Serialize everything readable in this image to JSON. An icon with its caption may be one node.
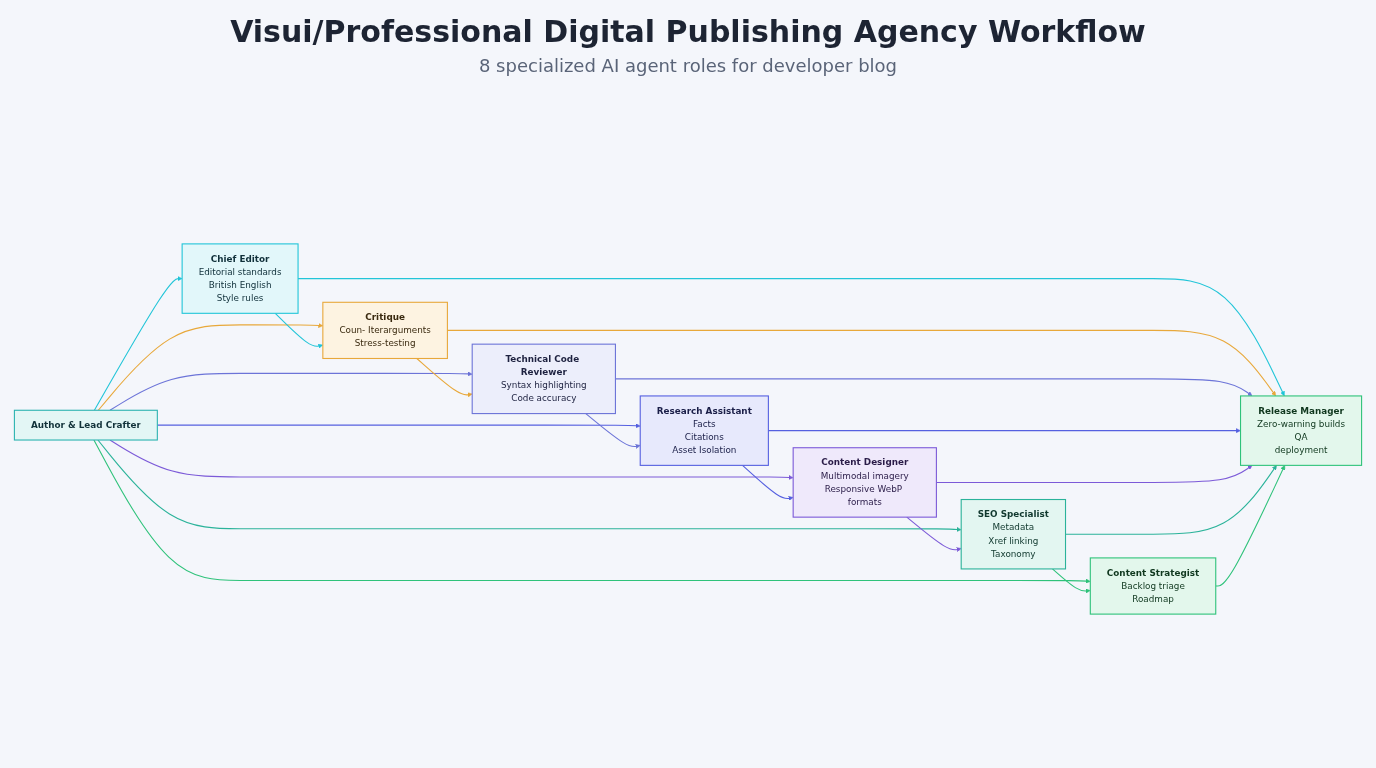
{
  "diagram": {
    "title": "Visui/Professional Digital Publishing Agency Workflow",
    "caption": "8 specialized AI agent roles for developer blog",
    "nodes": [
      {
        "text": [
          "Author & Lead Crafter"
        ]
      },
      {
        "text": [
          "Chief Editor",
          "Editorial standards",
          "British English",
          "Style rules"
        ]
      },
      {
        "text": [
          "Critique",
          "Coun- Iterarguments",
          "Stress-testing"
        ]
      },
      {
        "text": [
          "Technical Code Reviewer",
          "Syntax highlighting",
          "Code accuracy"
        ]
      },
      {
        "text": [
          "Research Assistant",
          "Facts",
          "Citations",
          "Asset Isolation"
        ]
      },
      {
        "text": [
          "Content Designer",
          "Multimodal imagery",
          "Responsive WebP formats"
        ]
      },
      {
        "text": [
          "SEO Specialist",
          "Metadata",
          "Xref linking",
          "Taxonomy"
        ]
      },
      {
        "text": [
          "Content Strategist",
          "Backlog triage",
          "Roadmap"
        ]
      },
      {
        "text": [
          "Release Manager",
          "Zero-warning builds",
          "QA",
          "deployment"
        ]
      }
    ],
    "edges": [
      {
        "from": 0,
        "to": 1,
        "arrow": "to",
        "color": "#22c5d8"
      },
      {
        "from": 0,
        "to": 2,
        "arrow": "to",
        "color": "#e8a83a"
      },
      {
        "from": 0,
        "to": 3,
        "arrow": "to",
        "color": "#6c74d8"
      },
      {
        "from": 0,
        "to": 4,
        "arrow": "to",
        "color": "#5560e0"
      },
      {
        "from": 0,
        "to": 5,
        "arrow": "to",
        "color": "#7c5ad8"
      },
      {
        "from": 0,
        "to": 6,
        "arrow": "to",
        "color": "#2bb39a"
      },
      {
        "from": 0,
        "to": 7,
        "arrow": "to",
        "color": "#2ec27a"
      },
      {
        "from": 1,
        "to": 2,
        "arrow": "to",
        "color": "#22c5d8"
      },
      {
        "from": 2,
        "to": 3,
        "arrow": "to",
        "color": "#e8a83a"
      },
      {
        "from": 3,
        "to": 4,
        "arrow": "to",
        "color": "#6c74d8"
      },
      {
        "from": 4,
        "to": 5,
        "arrow": "to",
        "color": "#5560e0"
      },
      {
        "from": 5,
        "to": 6,
        "arrow": "to",
        "color": "#7c5ad8"
      },
      {
        "from": 6,
        "to": 7,
        "arrow": "to",
        "color": "#2ec27a"
      },
      {
        "from": 1,
        "to": 8,
        "arrow": "to",
        "color": "#22c5d8"
      },
      {
        "from": 2,
        "to": 8,
        "arrow": "to",
        "color": "#e8a83a"
      },
      {
        "from": 3,
        "to": 8,
        "arrow": "to",
        "color": "#6c74d8"
      },
      {
        "from": 4,
        "to": 8,
        "arrow": "to",
        "color": "#5560e0"
      },
      {
        "from": 5,
        "to": 8,
        "arrow": "to",
        "color": "#7c5ad8"
      },
      {
        "from": 6,
        "to": 8,
        "arrow": "to",
        "color": "#2bb39a"
      },
      {
        "from": 7,
        "to": 8,
        "arrow": "to",
        "color": "#2ec27a"
      }
    ]
  }
}
